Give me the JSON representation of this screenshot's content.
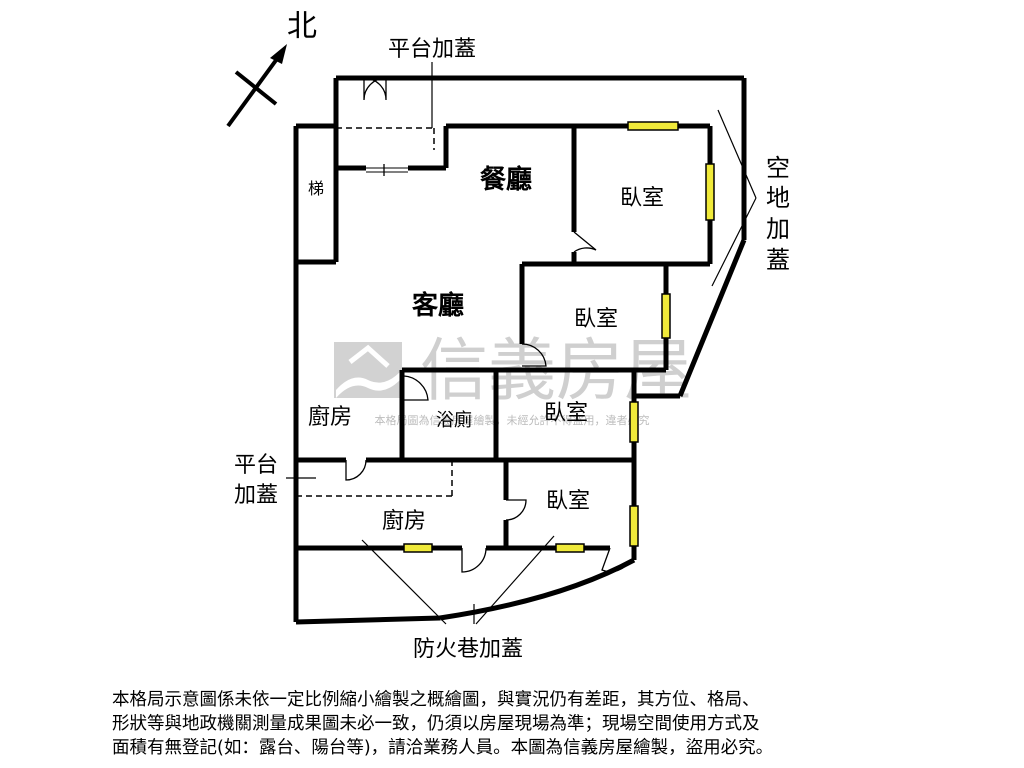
{
  "compass": {
    "label": "北"
  },
  "labels": {
    "platform_top": "平台加蓋",
    "stairs": "梯",
    "dining": "餐廳",
    "bedroom_1": "臥室",
    "living": "客廳",
    "bedroom_2": "臥室",
    "kitchen_1": "廚房",
    "bathroom": "浴廁",
    "bedroom_3": "臥室",
    "platform_left_line1": "平台",
    "platform_left_line2": "加蓋",
    "kitchen_2": "廚房",
    "bedroom_4": "臥室",
    "fire_lane": "防火巷加蓋",
    "open_space": [
      "空",
      "地",
      "加",
      "蓋"
    ]
  },
  "watermark": {
    "brand": "信義房屋",
    "small": "本格局圖為信義房屋繪製，未經允許不得盜用，違者必究"
  },
  "disclaimer": {
    "line1": "本格局示意圖係未依一定比例縮小繪製之概繪圖，與實況仍有差距，其方位、格局、",
    "line2": "形狀等與地政機關測量成果圖未必一致，仍須以房屋現場為準；現場空間使用方式及",
    "line3": "面積有無登記(如：露台、陽台等)，請洽業務人員。本圖為信義房屋繪製，盜用必究。"
  },
  "colors": {
    "wall": "#000000",
    "window": "#f0ea3a",
    "watermark": "#c9c9c9"
  }
}
